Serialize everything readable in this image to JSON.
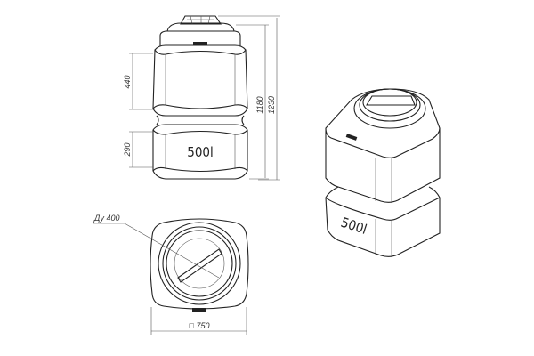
{
  "labels": {
    "volume_front": "500l",
    "volume_iso": "500l",
    "dim_upper_panel": "440",
    "dim_lower_panel": "290",
    "dim_height_body": "1180",
    "dim_height_total": "1230",
    "dim_width": "□ 750",
    "dim_neck": "Ду 400"
  }
}
